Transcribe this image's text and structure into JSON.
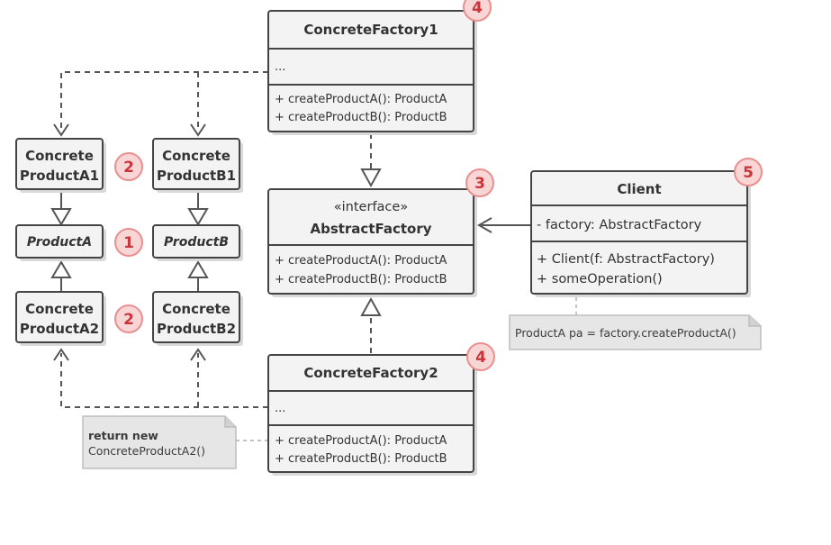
{
  "concrete_factory1": {
    "title": "ConcreteFactory1",
    "field": "...",
    "methods": [
      "+ createProductA(): ProductA",
      "+ createProductB(): ProductB"
    ],
    "badge": "4"
  },
  "abstract_factory": {
    "stereotype": "«interface»",
    "title": "AbstractFactory",
    "methods": [
      "+ createProductA(): ProductA",
      "+ createProductB(): ProductB"
    ],
    "badge": "3"
  },
  "concrete_factory2": {
    "title": "ConcreteFactory2",
    "field": "...",
    "methods": [
      "+ createProductA(): ProductA",
      "+ createProductB(): ProductB"
    ],
    "badge": "4"
  },
  "client": {
    "title": "Client",
    "field": "- factory: AbstractFactory",
    "methods": [
      "+ Client(f: AbstractFactory)",
      "+ someOperation()"
    ],
    "badge": "5"
  },
  "products": {
    "a1": {
      "line1": "Concrete",
      "line2": "ProductA1"
    },
    "b1": {
      "line1": "Concrete",
      "line2": "ProductB1"
    },
    "a": {
      "label": "ProductA"
    },
    "b": {
      "label": "ProductB"
    },
    "a2": {
      "line1": "Concrete",
      "line2": "ProductA2"
    },
    "b2": {
      "line1": "Concrete",
      "line2": "ProductB2"
    },
    "badge_top": "2",
    "badge_mid": "1",
    "badge_bottom": "2"
  },
  "notes": {
    "client_note": "ProductA pa = factory.createProductA()",
    "factory2_note_line1": "return new",
    "factory2_note_line2": "ConcreteProductA2()"
  }
}
